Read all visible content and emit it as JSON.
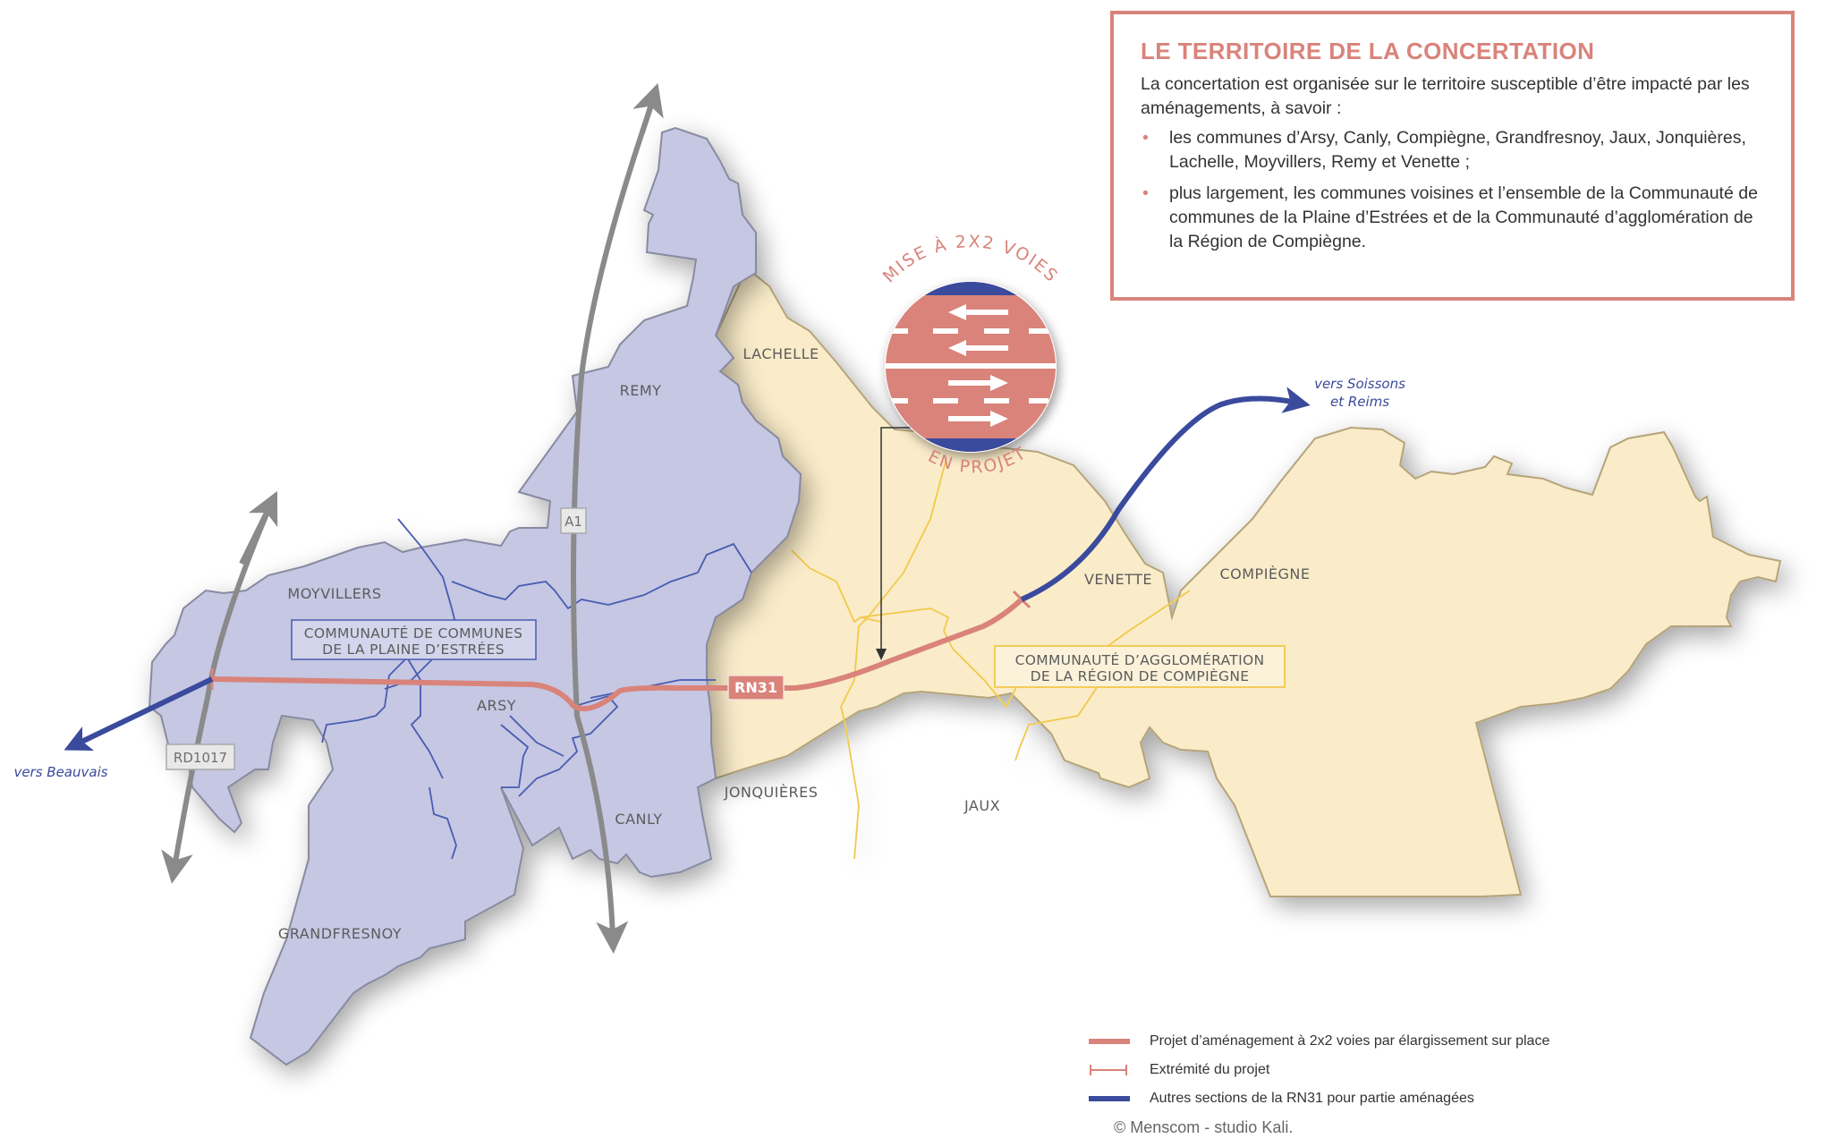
{
  "colors": {
    "ccpe_fill": "#c5c7e3",
    "arc_fill": "#faecc9",
    "project_road": "#d9837a",
    "other_rn31": "#3a4a9c",
    "highway": "#8a8a8a",
    "commune_border_purple": "#4a5bb0",
    "commune_border_yellow": "#f2c94c",
    "accent": "#d9837a"
  },
  "info_box": {
    "title": "LE TERRITOIRE DE LA CONCERTATION",
    "intro": "La concertation est organisée sur le territoire susceptible d’être impacté par les aménagements, à savoir :",
    "items": [
      "les communes d’Arsy, Canly, Compiègne, Grandfresnoy, Jaux, Jonquières, Lachelle, Moyvillers, Remy et Venette ;",
      "plus largement, les communes voisines et l’ensemble de la Communauté de communes de la Plaine d’Estrées et de la Communauté d’agglomération de la Région de Compiègne."
    ],
    "bullet": "•"
  },
  "map": {
    "communes": {
      "remy": "REMY",
      "lachelle": "LACHELLE",
      "moyvillers": "MOYVILLERS",
      "arsy": "ARSY",
      "canly": "CANLY",
      "grandfresnoy": "GRANDFRESNOY",
      "jonquieres": "JONQUIÈRES",
      "jaux": "JAUX",
      "venette": "VENETTE",
      "compiegne": "COMPIÈGNE"
    },
    "intercommunalities": {
      "ccpe_line1": "COMMUNAUTÉ DE COMMUNES",
      "ccpe_line2": "DE LA PLAINE D’ESTRÉES",
      "arc_line1": "COMMUNAUTÉ D’AGGLOMÉRATION",
      "arc_line2": "DE LA RÉGION DE COMPIÈGNE"
    },
    "roads": {
      "a1": "A1",
      "rd1017": "RD1017",
      "rn31": "RN31"
    },
    "directions": {
      "beauvais": "vers Beauvais",
      "soissons_line1": "vers Soissons",
      "soissons_line2": "et Reims"
    },
    "badge": {
      "top_text": "MISE À 2X2 VOIES",
      "bottom_text": "EN PROJET"
    }
  },
  "legend": {
    "items": [
      {
        "label": "Projet d’aménagement à 2x2 voies par élargissement sur place",
        "symbol": "project-line"
      },
      {
        "label": "Extrémité du projet",
        "symbol": "project-end"
      },
      {
        "label": "Autres sections de la RN31 pour partie aménagées",
        "symbol": "other-rn31-line"
      }
    ],
    "credit": "© Menscom - studio Kali."
  }
}
